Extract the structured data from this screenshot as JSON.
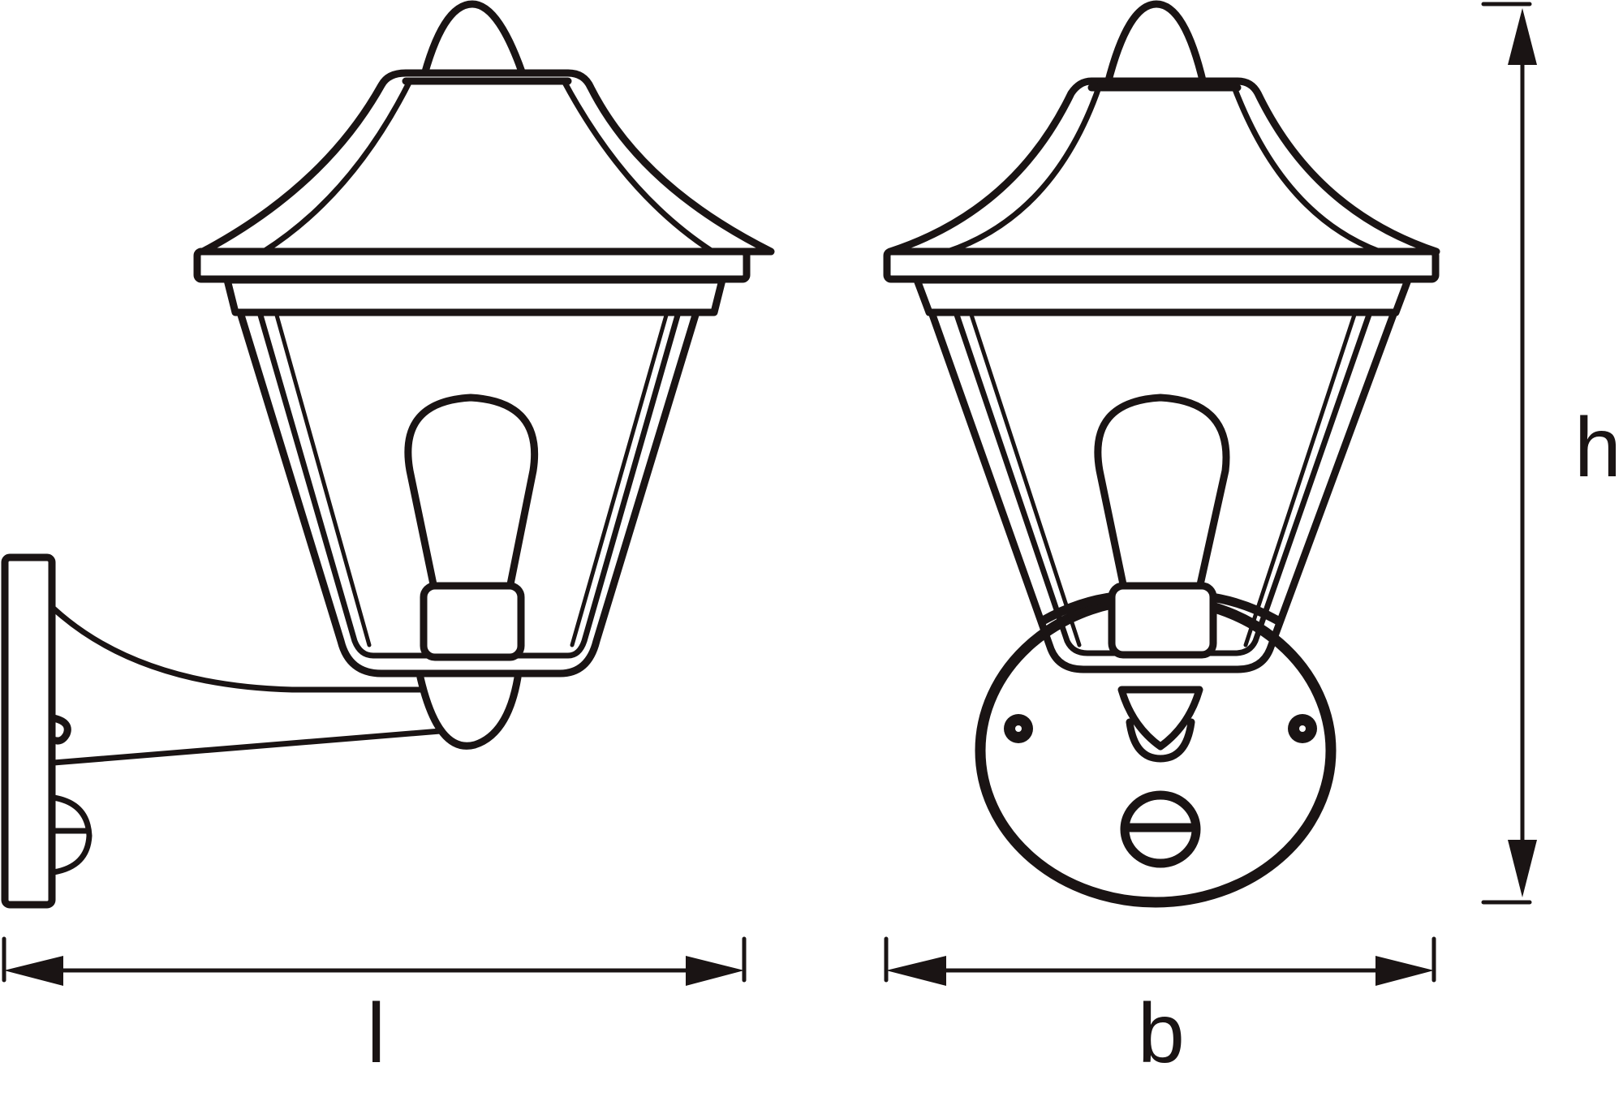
{
  "diagram": {
    "type": "technical dimension drawing",
    "subject": "outdoor wall lantern with motion sensor",
    "stroke_color": "#1a1414",
    "background_color": "#ffffff",
    "views": [
      {
        "name": "side view",
        "parts": [
          "wall plate",
          "curved mounting arm",
          "lantern cap with finial",
          "tapered glass frame",
          "bulb",
          "lamp holder",
          "bottom finial",
          "motion sensor"
        ]
      },
      {
        "name": "front view",
        "parts": [
          "round wall plate",
          "two hex screws",
          "lantern cap with finial",
          "tapered glass frame",
          "bulb",
          "lamp holder",
          "bottom finial",
          "motion sensor"
        ]
      }
    ]
  },
  "dimensions": {
    "length": {
      "label": "l",
      "axis": "horizontal",
      "view": "side view"
    },
    "width": {
      "label": "b",
      "axis": "horizontal",
      "view": "front view"
    },
    "height": {
      "label": "h",
      "axis": "vertical",
      "view": "overall"
    }
  }
}
